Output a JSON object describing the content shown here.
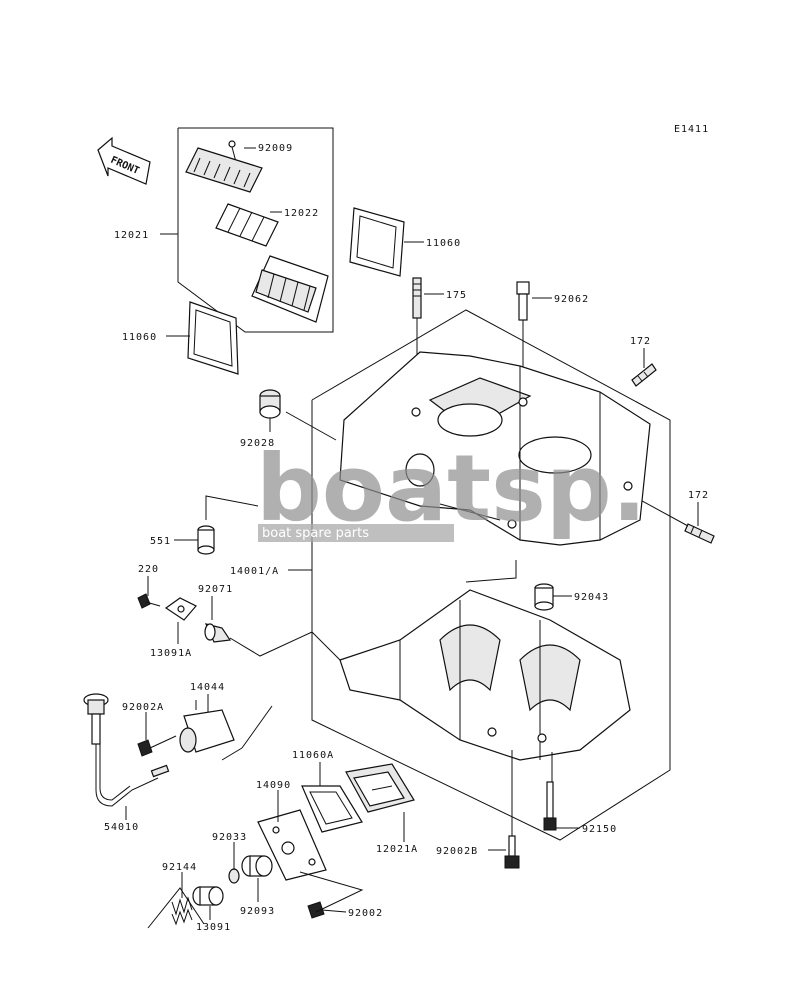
{
  "diagram_code": "E1411",
  "front_arrow_text": "FRONT",
  "watermark": {
    "logo_text": "boatsp.",
    "tagline": "boat spare parts"
  },
  "parts": [
    {
      "id": "p92009",
      "number": "92009"
    },
    {
      "id": "p12022",
      "number": "12022"
    },
    {
      "id": "p12021",
      "number": "12021"
    },
    {
      "id": "p11060a",
      "number": "11060"
    },
    {
      "id": "p11060b",
      "number": "11060"
    },
    {
      "id": "p175",
      "number": "175"
    },
    {
      "id": "p92062",
      "number": "92062"
    },
    {
      "id": "p172a",
      "number": "172"
    },
    {
      "id": "p172b",
      "number": "172"
    },
    {
      "id": "p92028",
      "number": "92028"
    },
    {
      "id": "p551",
      "number": "551"
    },
    {
      "id": "p14001",
      "number": "14001/A"
    },
    {
      "id": "p220",
      "number": "220"
    },
    {
      "id": "p92071",
      "number": "92071"
    },
    {
      "id": "p13091a",
      "number": "13091A"
    },
    {
      "id": "p92043",
      "number": "92043"
    },
    {
      "id": "p14044",
      "number": "14044"
    },
    {
      "id": "p92002a",
      "number": "92002A"
    },
    {
      "id": "p54010",
      "number": "54010"
    },
    {
      "id": "p11060A",
      "number": "11060A"
    },
    {
      "id": "p14090",
      "number": "14090"
    },
    {
      "id": "p12021A",
      "number": "12021A"
    },
    {
      "id": "p92150",
      "number": "92150"
    },
    {
      "id": "p92033",
      "number": "92033"
    },
    {
      "id": "p92002B",
      "number": "92002B"
    },
    {
      "id": "p92144",
      "number": "92144"
    },
    {
      "id": "p92093",
      "number": "92093"
    },
    {
      "id": "p13091",
      "number": "13091"
    },
    {
      "id": "p92002",
      "number": "92002"
    }
  ]
}
